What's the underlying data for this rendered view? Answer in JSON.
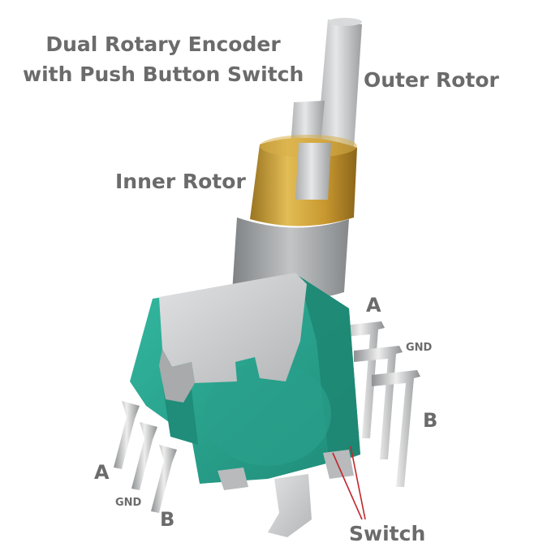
{
  "title": {
    "line1": "Dual Rotary Encoder",
    "line2": "with Push Button Switch"
  },
  "labels": {
    "outer_rotor": "Outer Rotor",
    "inner_rotor": "Inner Rotor",
    "right_pin_a": "A",
    "right_pin_gnd": "GND",
    "right_pin_b": "B",
    "left_pin_a": "A",
    "left_pin_gnd": "GND",
    "left_pin_b": "B",
    "switch": "Switch"
  },
  "colors": {
    "label_text": "#6b6b6b",
    "body_green": "#2aa58f",
    "brass": "#c9a23a",
    "metal": "#c9cbcc",
    "leader_line": "#c0262a"
  }
}
